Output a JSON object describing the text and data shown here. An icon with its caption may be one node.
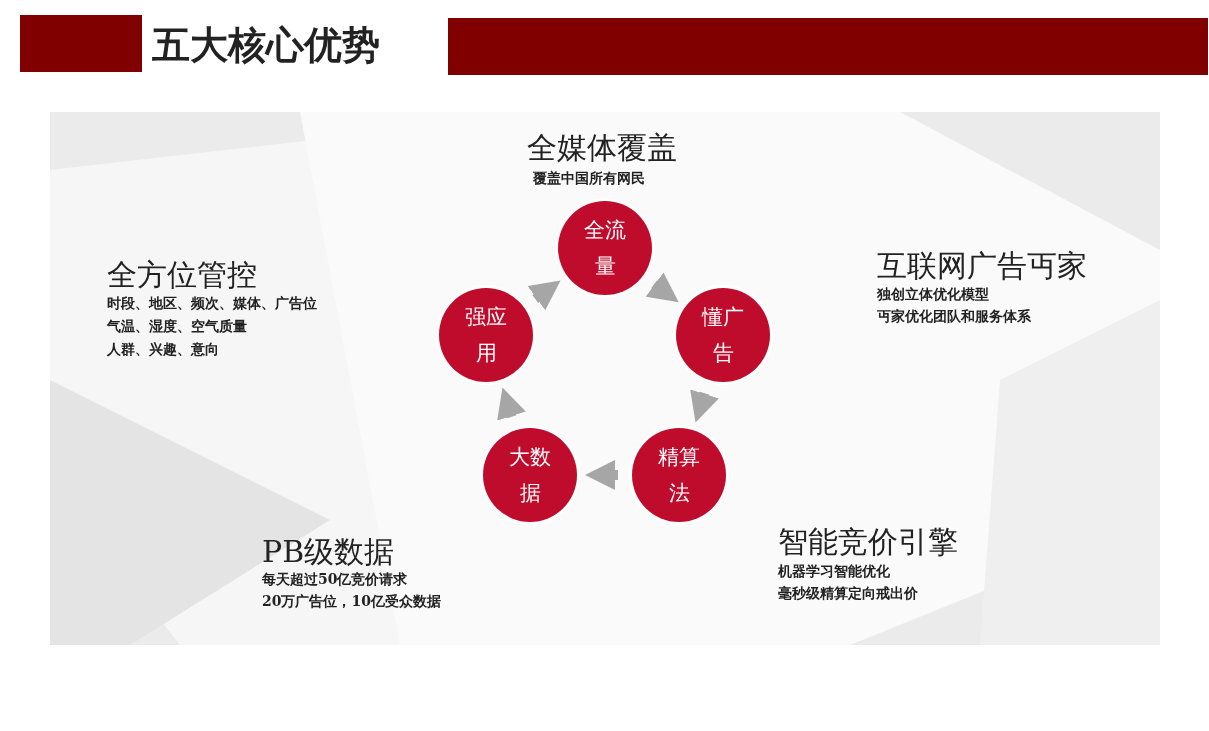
{
  "diagram": {
    "title": "五大核心优势",
    "nodes": [
      {
        "text": [
          "全流量"
        ]
      },
      {
        "text": [
          "懂广告"
        ]
      },
      {
        "text": [
          "精算法"
        ]
      },
      {
        "text": [
          "大数据"
        ]
      },
      {
        "text": [
          "强应用"
        ]
      }
    ],
    "edges": [
      {
        "from": 0,
        "to": 1,
        "arrow": "to"
      },
      {
        "from": 1,
        "to": 2,
        "arrow": "to"
      },
      {
        "from": 2,
        "to": 3,
        "arrow": "to"
      },
      {
        "from": 3,
        "to": 4,
        "arrow": "to"
      },
      {
        "from": 4,
        "to": 0,
        "arrow": "to"
      }
    ],
    "labels": [
      "全媒体覆盖",
      "覆盖中国所有网民",
      "全方位管控",
      "时段、地区、频次、媒体、广告位",
      "气温、湿度、空气质量",
      "人群、兴趣、意向",
      "互联网广告丏家",
      "独创立体优化模型",
      "丏家优化团队和服务体系",
      "PB级数据",
      "每天超过50亿竞价请求",
      "20万广告位，10亿受众数据",
      "智能竞价引擎",
      "机器学习智能优化",
      "毫秒级精算定向戒出价"
    ]
  }
}
